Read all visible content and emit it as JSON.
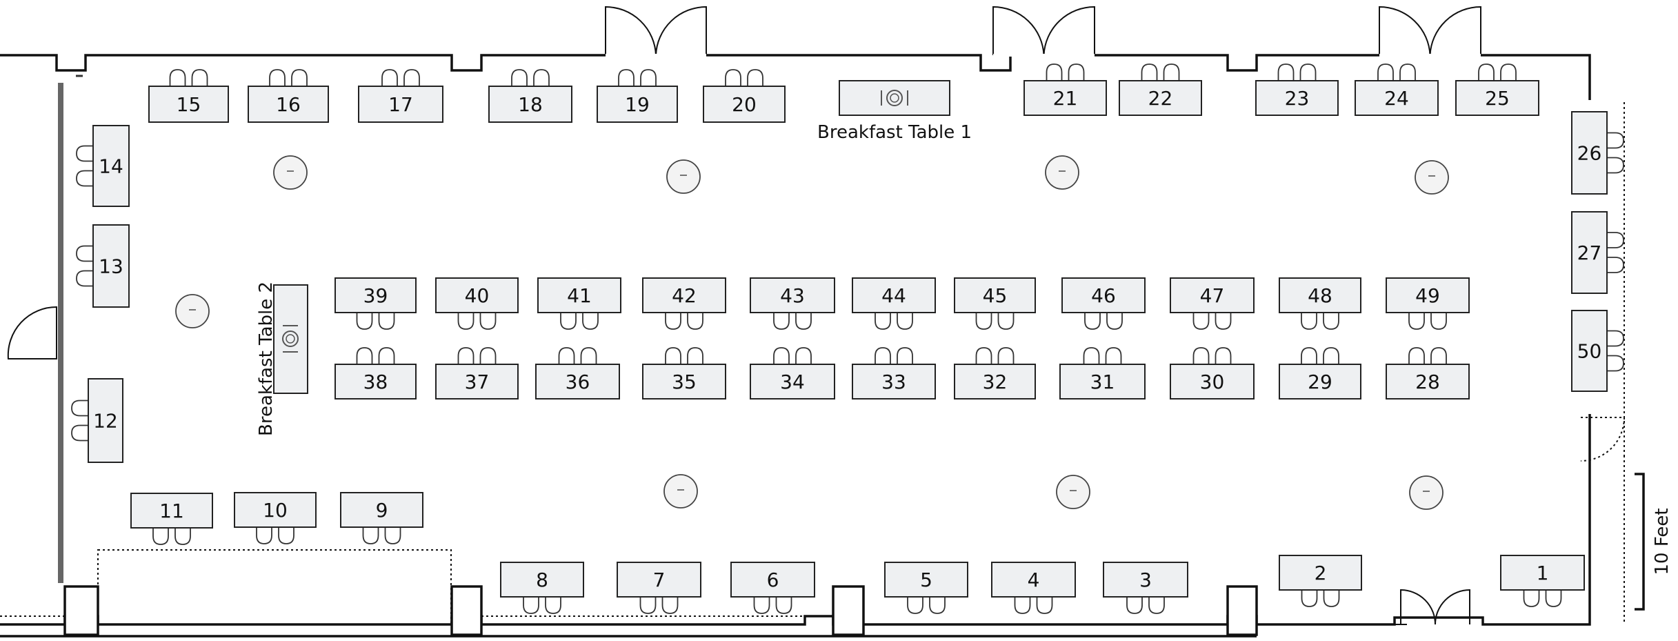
{
  "tables": [
    {
      "number": "15"
    },
    {
      "number": "16"
    },
    {
      "number": "17"
    },
    {
      "number": "18"
    },
    {
      "number": "19"
    },
    {
      "number": "20"
    },
    {
      "number": "21"
    },
    {
      "number": "22"
    },
    {
      "number": "23"
    },
    {
      "number": "24"
    },
    {
      "number": "25"
    },
    {
      "number": "14"
    },
    {
      "number": "13"
    },
    {
      "number": "12"
    },
    {
      "number": "26"
    },
    {
      "number": "27"
    },
    {
      "number": "50"
    },
    {
      "number": "39"
    },
    {
      "number": "40"
    },
    {
      "number": "41"
    },
    {
      "number": "42"
    },
    {
      "number": "43"
    },
    {
      "number": "44"
    },
    {
      "number": "45"
    },
    {
      "number": "46"
    },
    {
      "number": "47"
    },
    {
      "number": "48"
    },
    {
      "number": "49"
    },
    {
      "number": "38"
    },
    {
      "number": "37"
    },
    {
      "number": "36"
    },
    {
      "number": "35"
    },
    {
      "number": "34"
    },
    {
      "number": "33"
    },
    {
      "number": "32"
    },
    {
      "number": "31"
    },
    {
      "number": "30"
    },
    {
      "number": "29"
    },
    {
      "number": "28"
    },
    {
      "number": "11"
    },
    {
      "number": "10"
    },
    {
      "number": "9"
    },
    {
      "number": "8"
    },
    {
      "number": "7"
    },
    {
      "number": "6"
    },
    {
      "number": "5"
    },
    {
      "number": "4"
    },
    {
      "number": "3"
    },
    {
      "number": "2"
    },
    {
      "number": "1"
    }
  ],
  "breakfast_table_1": "Breakfast Table 1",
  "breakfast_table_2": "Breakfast Table 2",
  "scale_label": "10 Feet",
  "icons": {
    "breakfast": "plate-with-utensils-icon",
    "column": "column-icon"
  }
}
